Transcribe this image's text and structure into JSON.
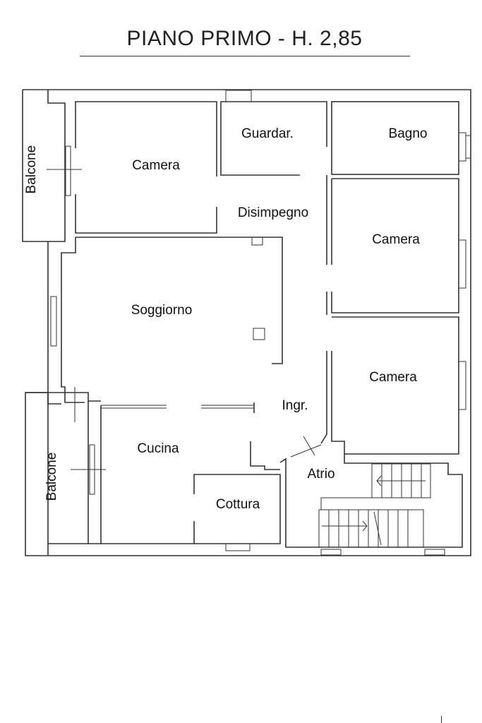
{
  "title": "PIANO PRIMO - H. 2,85",
  "rooms": {
    "balcone_top": "Balcone",
    "camera_top_left": "Camera",
    "guardaroba": "Guardar.",
    "bagno": "Bagno",
    "disimpegno": "Disimpegno",
    "camera_right_1": "Camera",
    "soggiorno": "Soggiorno",
    "camera_right_2": "Camera",
    "ingresso": "Ingr.",
    "cucina": "Cucina",
    "atrio": "Atrio",
    "cottura": "Cottura",
    "balcone_bottom": "Balcone"
  }
}
